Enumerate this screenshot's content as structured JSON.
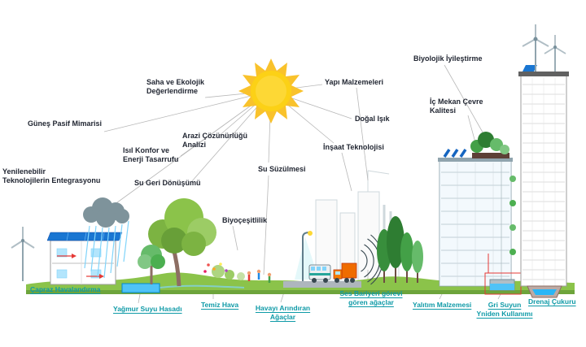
{
  "concept_labels": [
    {
      "id": "saha-ve-ekolojik-degerlendirme",
      "lines": [
        "Saha ve Ekolojik",
        "Değerlendirme"
      ]
    },
    {
      "id": "gunes-pasif-mimarisi",
      "lines": [
        "Güneş Pasif Mimarisi"
      ]
    },
    {
      "id": "yenilenebilir-teknolojilerin-entegrasyonu",
      "lines": [
        "Yenilenebilir",
        "Teknolojilerin Entegrasyonu"
      ]
    },
    {
      "id": "isil-konfor-enerji-tasarrufu",
      "lines": [
        "Isıl Konfor ve",
        "Enerji Tasarrufu"
      ]
    },
    {
      "id": "su-geri-donusumu",
      "lines": [
        "Su Geri Dönüşümü"
      ]
    },
    {
      "id": "arazi-cozunurlugu-analizi",
      "lines": [
        "Arazi Çözünürlüğü",
        "Analizi"
      ]
    },
    {
      "id": "su-suzulmesi",
      "lines": [
        "Su Süzülmesi"
      ]
    },
    {
      "id": "biyocesitlilik",
      "lines": [
        "Biyoçeşitlilik"
      ]
    },
    {
      "id": "yapi-malzemeleri",
      "lines": [
        "Yapı Malzemeleri"
      ]
    },
    {
      "id": "dogal-isik",
      "lines": [
        "Doğal Işık"
      ]
    },
    {
      "id": "insaat-teknolojisi",
      "lines": [
        "İnşaat Teknolojisi"
      ]
    },
    {
      "id": "biyolojik-iyilestirme",
      "lines": [
        "Biyolojik İyileştirme"
      ]
    },
    {
      "id": "ic-mekan-cevre-kalitesi",
      "lines": [
        "İç Mekan Çevre",
        "Kalitesi"
      ]
    }
  ],
  "feature_labels": [
    {
      "id": "capraz-havalandirma",
      "lines": [
        "Çapraz Havalandırma"
      ]
    },
    {
      "id": "yagmur-suyu-hasadi",
      "lines": [
        "Yağmur Suyu Hasadı"
      ]
    },
    {
      "id": "temiz-hava",
      "lines": [
        "Temiz Hava"
      ]
    },
    {
      "id": "havayi-arindiran-agaclar",
      "lines": [
        "Havayı Arındıran",
        "Ağaçlar"
      ]
    },
    {
      "id": "ses-bariyeri-gorevi-goren-agaclar",
      "lines": [
        "Ses Bariyeri görevi",
        "gören ağaçlar"
      ]
    },
    {
      "id": "yalitim-malzemesi",
      "lines": [
        "Yalıtım Malzemesi"
      ]
    },
    {
      "id": "gri-suyun-yeniden-kullanimi",
      "lines": [
        "Gri Suyun",
        "Yniden Kullanımı"
      ]
    },
    {
      "id": "drenaj-cukuru",
      "lines": [
        "Drenaj Çukuru"
      ]
    }
  ],
  "colors": {
    "label_text": "#1f2430",
    "teal": "#0e9aa7",
    "sun": "#fbc02d",
    "grass": "#8bc34a",
    "water": "#29b6f6",
    "accent_red": "#e53935"
  }
}
